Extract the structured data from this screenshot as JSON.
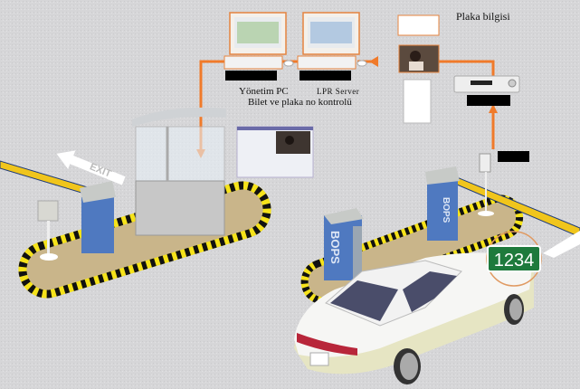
{
  "labels": {
    "plate_info": "Plaka bilgisi",
    "management_pc": "Yönetim PC",
    "lpr_server": "LPR Server",
    "ticket_plate_check": "Bilet ve plaka no kontrolü"
  },
  "signs": {
    "exit": "EXIT",
    "terminal_brand": "BOPS",
    "plate_number": "1234"
  },
  "colors": {
    "connection": "#f07a2a",
    "terminal": "#4f79c0",
    "plate": "#1e7a3c",
    "hazard_yellow": "#f5e21a"
  }
}
